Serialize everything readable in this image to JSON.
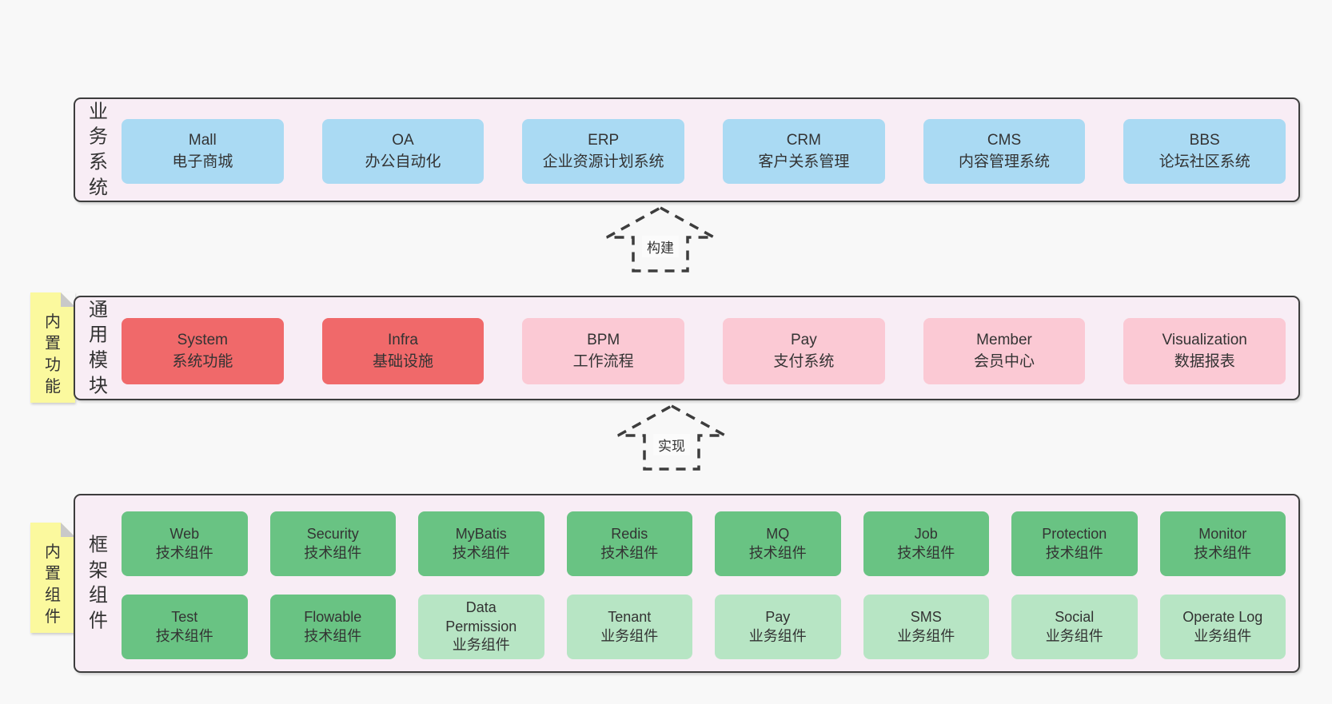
{
  "colors": {
    "page_bg": "#f8f8f8",
    "container_bg": "#f8edf5",
    "container_border": "#3d3d3d",
    "blue_box": "#aadaf3",
    "red_box": "#f0696a",
    "pink_box": "#fbc9d4",
    "green_box": "#69c383",
    "light_green_box": "#b7e5c4",
    "sticky_note": "#fbf99e",
    "note_fold": "#c9c9c9",
    "text": "#333333"
  },
  "arrows": [
    {
      "label": "构建"
    },
    {
      "label": "实现"
    }
  ],
  "layers": [
    {
      "id": "business-systems",
      "label": "业务系统",
      "note": null,
      "rows": [
        [
          {
            "name": "Mall",
            "desc": "电子商城",
            "color": "blue"
          },
          {
            "name": "OA",
            "desc": "办公自动化",
            "color": "blue"
          },
          {
            "name": "ERP",
            "desc": "企业资源计划系统",
            "color": "blue"
          },
          {
            "name": "CRM",
            "desc": "客户关系管理",
            "color": "blue"
          },
          {
            "name": "CMS",
            "desc": "内容管理系统",
            "color": "blue"
          },
          {
            "name": "BBS",
            "desc": "论坛社区系统",
            "color": "blue"
          }
        ]
      ]
    },
    {
      "id": "common-modules",
      "label": "通用模块",
      "note": "内置功能",
      "rows": [
        [
          {
            "name": "System",
            "desc": "系统功能",
            "color": "red"
          },
          {
            "name": "Infra",
            "desc": "基础设施",
            "color": "red"
          },
          {
            "name": "BPM",
            "desc": "工作流程",
            "color": "pink"
          },
          {
            "name": "Pay",
            "desc": "支付系统",
            "color": "pink"
          },
          {
            "name": "Member",
            "desc": "会员中心",
            "color": "pink"
          },
          {
            "name": "Visualization",
            "desc": "数据报表",
            "color": "pink"
          }
        ]
      ]
    },
    {
      "id": "framework-components",
      "label": "框架组件",
      "note": "内置组件",
      "rows": [
        [
          {
            "name": "Web",
            "desc": "技术组件",
            "color": "green"
          },
          {
            "name": "Security",
            "desc": "技术组件",
            "color": "green"
          },
          {
            "name": "MyBatis",
            "desc": "技术组件",
            "color": "green"
          },
          {
            "name": "Redis",
            "desc": "技术组件",
            "color": "green"
          },
          {
            "name": "MQ",
            "desc": "技术组件",
            "color": "green"
          },
          {
            "name": "Job",
            "desc": "技术组件",
            "color": "green"
          },
          {
            "name": "Protection",
            "desc": "技术组件",
            "color": "green"
          },
          {
            "name": "Monitor",
            "desc": "技术组件",
            "color": "green"
          }
        ],
        [
          {
            "name": "Test",
            "desc": "技术组件",
            "color": "green"
          },
          {
            "name": "Flowable",
            "desc": "技术组件",
            "color": "green"
          },
          {
            "name": "Data\nPermission",
            "desc": "业务组件",
            "color": "light_green"
          },
          {
            "name": "Tenant",
            "desc": "业务组件",
            "color": "light_green"
          },
          {
            "name": "Pay",
            "desc": "业务组件",
            "color": "light_green"
          },
          {
            "name": "SMS",
            "desc": "业务组件",
            "color": "light_green"
          },
          {
            "name": "Social",
            "desc": "业务组件",
            "color": "light_green"
          },
          {
            "name": "Operate Log",
            "desc": "业务组件",
            "color": "light_green"
          }
        ]
      ]
    }
  ]
}
